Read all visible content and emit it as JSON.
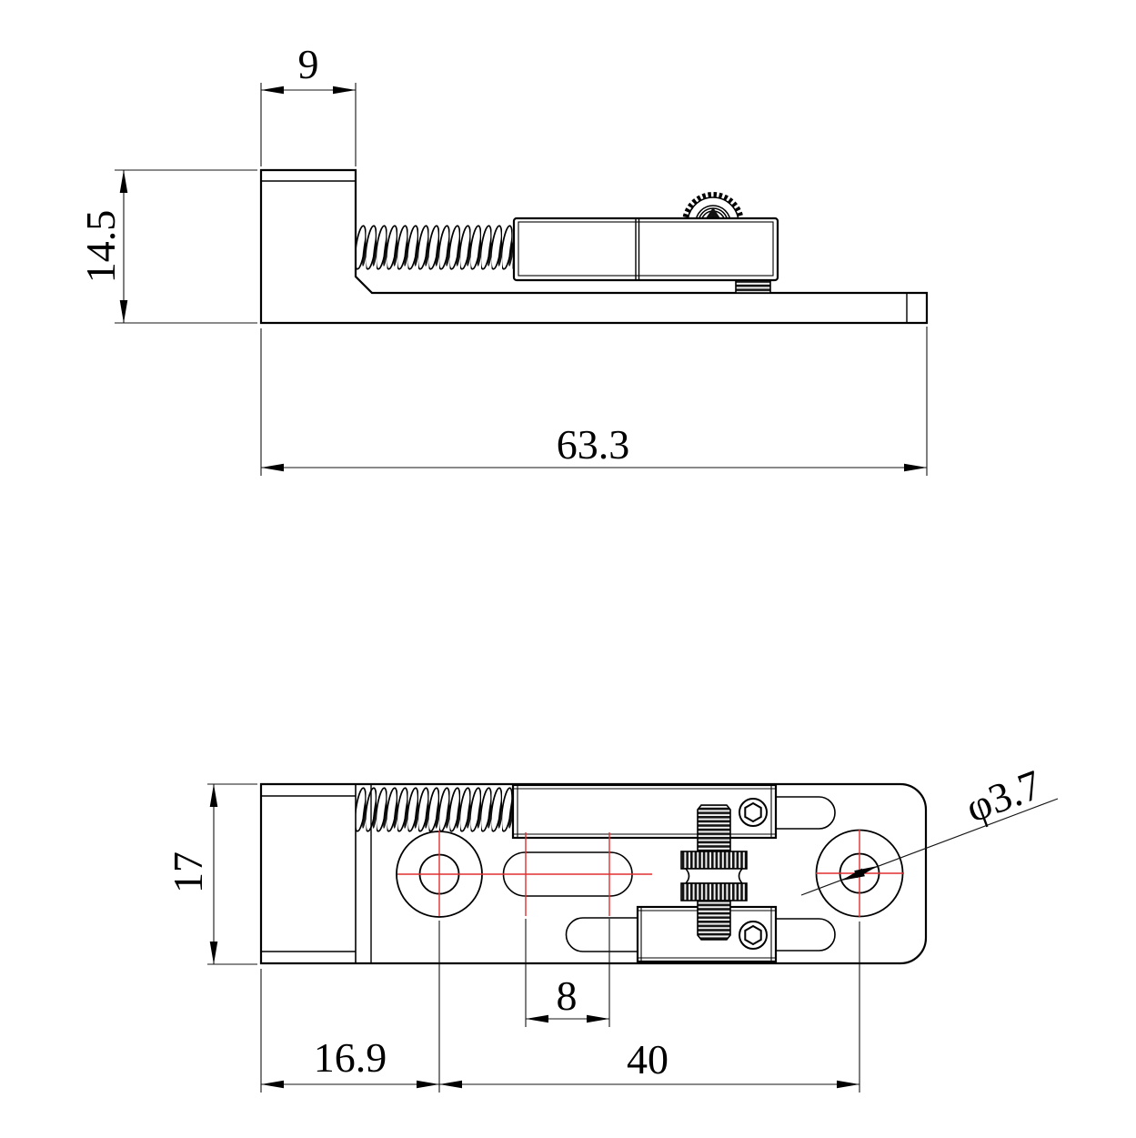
{
  "drawing": {
    "type": "engineering-drawing-two-views",
    "dimensions": {
      "side_view": {
        "block_width": "9",
        "block_height": "14.5",
        "overall_length": "63.3"
      },
      "plan_view": {
        "plate_width": "17",
        "hole_offset_left": "16.9",
        "hole_center_distance": "40",
        "slot_center_distance": "8",
        "hole_diameter": "φ3.7"
      }
    },
    "colors": {
      "outline": "#000000",
      "centerline": "#e03030",
      "background": "#ffffff"
    }
  }
}
